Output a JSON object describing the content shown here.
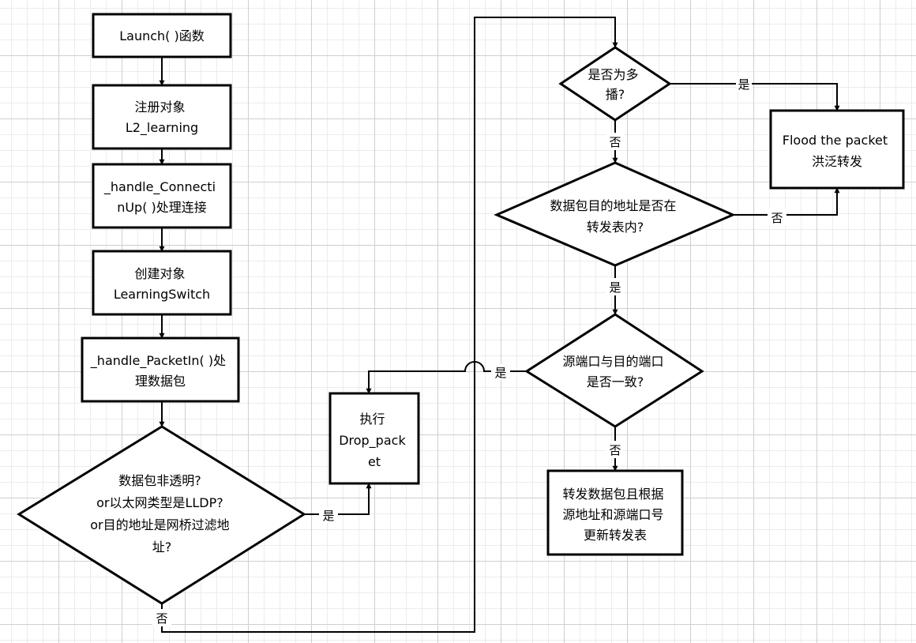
{
  "nodes": {
    "launch": {
      "lines": [
        "Launch( )函数"
      ]
    },
    "register": {
      "lines": [
        "注册对象",
        "L2_learning"
      ]
    },
    "handle_conn": {
      "lines": [
        "_handle_Connecti",
        "nUp( )处理连接"
      ]
    },
    "create_obj": {
      "lines": [
        "创建对象",
        "LearningSwitch"
      ]
    },
    "handle_packet": {
      "lines": [
        "_handle_PacketIn( )处",
        "理数据包"
      ]
    },
    "check_transparent": {
      "lines": [
        "数据包非透明?",
        "or以太网类型是LLDP?",
        "or目的地址是网桥过滤地",
        "址?"
      ]
    },
    "drop": {
      "lines": [
        "执行",
        "Drop_pack",
        "et"
      ]
    },
    "is_multicast": {
      "lines": [
        "是否为多",
        "播?"
      ]
    },
    "flood": {
      "lines": [
        "Flood the packet",
        "洪泛转发"
      ]
    },
    "dst_in_table": {
      "lines": [
        "数据包目的地址是否在",
        "转发表内?"
      ]
    },
    "same_port": {
      "lines": [
        "源端口与目的端口",
        "是否一致?"
      ]
    },
    "forward_update": {
      "lines": [
        "转发数据包且根据",
        "源地址和源端口号",
        "更新转发表"
      ]
    }
  },
  "edge_labels": {
    "multicast_yes": "是",
    "multicast_no": "否",
    "dst_no": "否",
    "dst_yes": "是",
    "same_yes": "是",
    "same_no": "否",
    "check_yes": "是",
    "check_no": "否"
  }
}
